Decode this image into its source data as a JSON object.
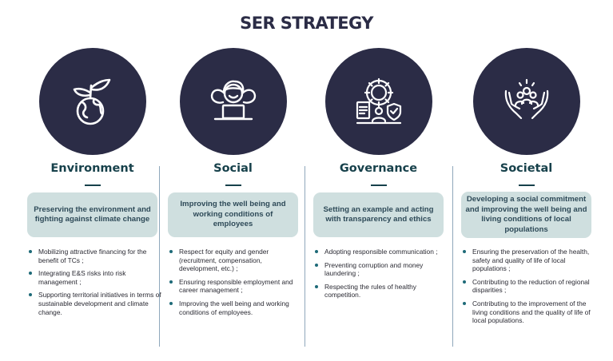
{
  "title": "SER STRATEGY",
  "columns": [
    {
      "heading": "Environment",
      "icon": "plant-globe-icon",
      "box": "Preserving the environment and fighting against climate change",
      "bullets": [
        "Mobilizing attractive financing for the benefit of TCs ;",
        "Integrating E&S risks into risk management ;",
        "Supporting territorial initiatives in terms of sustainable development and climate change."
      ]
    },
    {
      "heading": "Social",
      "icon": "relaxed-worker-laptop-icon",
      "box": "Improving the well being and working conditions of employees",
      "bullets": [
        "Respect for equity and gender (recruitment, compensation, development, etc.) ;",
        "Ensuring responsible employment and career management ;",
        "Improving the well being and working conditions of employees."
      ]
    },
    {
      "heading": "Governance",
      "icon": "gear-document-shield-icon",
      "box": "Setting an example and acting with transparency and ethics",
      "bullets": [
        "Adopting responsible communication ;",
        "Preventing corruption and money laundering ;",
        "Respecting the rules of healthy competition."
      ]
    },
    {
      "heading": "Societal",
      "icon": "hands-holding-people-icon",
      "box": "Developing a social commitment and improving the well being and living conditions of local populations",
      "bullets": [
        "Ensuring the preservation of the health, safety and quality of life of local populations ;",
        "Contributing to the reduction of regional disparities ;",
        "Contributing to the improvement of the living conditions and the quality of life of local populations."
      ]
    }
  ],
  "colors": {
    "circle": "#2b2c46",
    "heading": "#17414b",
    "box_bg": "#cfdfdf",
    "bullet": "#1e6a78"
  }
}
